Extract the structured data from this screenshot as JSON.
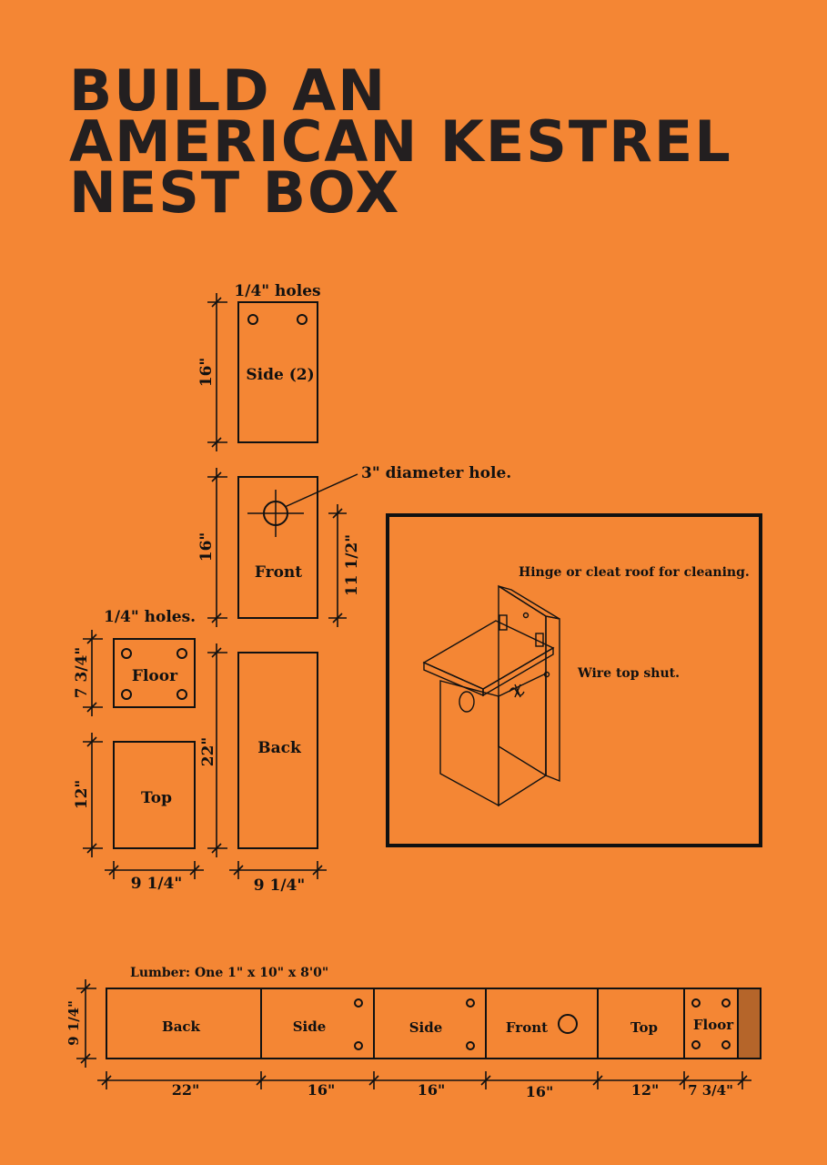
{
  "title_lines": [
    "BUILD AN",
    "AMERICAN KESTREL",
    "NEST BOX"
  ],
  "side": {
    "holes_label": "1/4\" holes",
    "label": "Side (2)",
    "height": "16\""
  },
  "front": {
    "hole_label": "3\" diameter hole.",
    "label": "Front",
    "height": "16\"",
    "hole_height": "11 1/2\""
  },
  "floor": {
    "holes_label": "1/4\" holes.",
    "label": "Floor",
    "height": "7 3/4\""
  },
  "top": {
    "label": "Top",
    "height": "12\"",
    "width": "9 1/4\""
  },
  "back": {
    "label": "Back",
    "height": "22\"",
    "width": "9 1/4\""
  },
  "assembly": {
    "hinge_note": "Hinge or cleat roof for cleaning.",
    "wire_note": "Wire top shut."
  },
  "lumber": {
    "label": "Lumber:  One 1\" x 10\" x 8'0\"",
    "width": "9 1/4\"",
    "sections": [
      {
        "label": "Back",
        "length": "22\""
      },
      {
        "label": "Side",
        "length": "16\""
      },
      {
        "label": "Side",
        "length": "16\""
      },
      {
        "label": "Front",
        "length": "16\""
      },
      {
        "label": "Top",
        "length": "12\""
      },
      {
        "label": "Floor",
        "length": "7 3/4\""
      }
    ]
  },
  "colors": {
    "background": "#F48634",
    "ink": "#231F20",
    "scrap": "#B5652A"
  }
}
